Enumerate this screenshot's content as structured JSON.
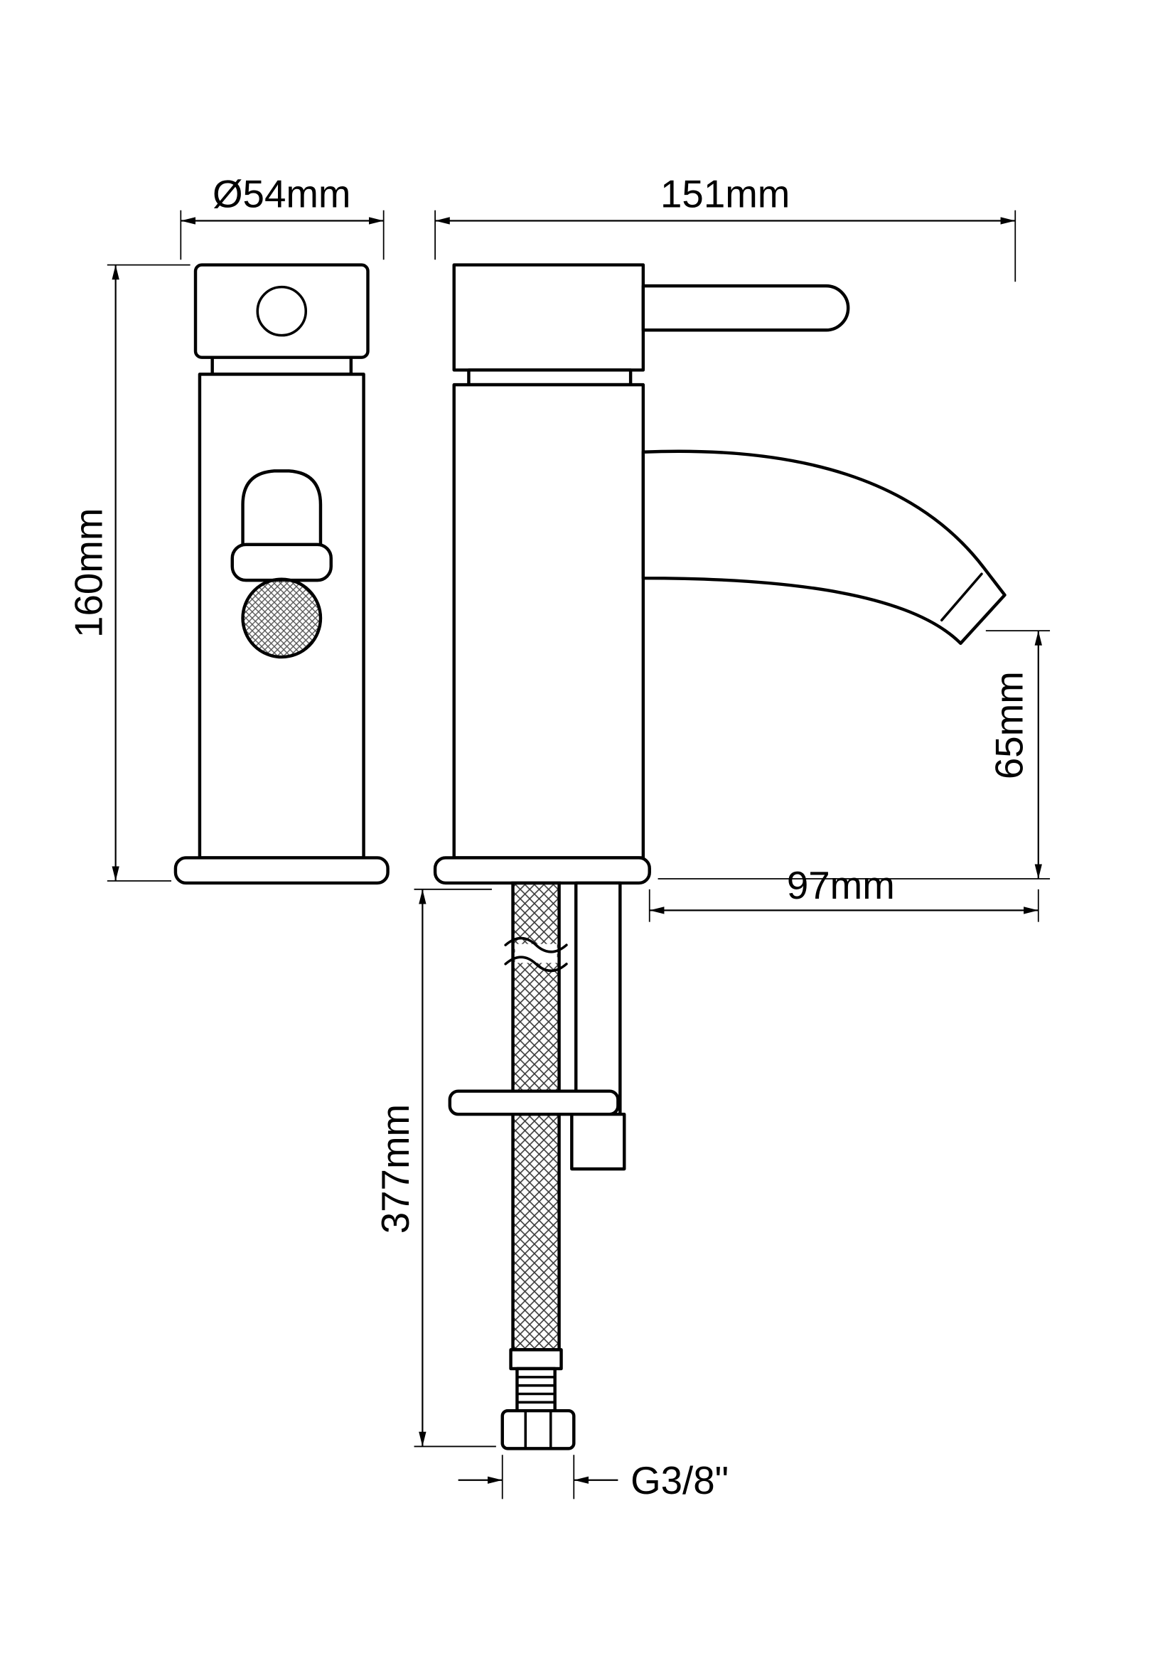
{
  "dimensions": {
    "front_diameter": "Ø54mm",
    "overall_depth": "151mm",
    "overall_height": "160mm",
    "spout_clearance": "65mm",
    "spout_reach": "97mm",
    "hose_length": "377mm",
    "thread": "G3/8\""
  },
  "colors": {
    "line": "#000000",
    "background": "#ffffff"
  }
}
